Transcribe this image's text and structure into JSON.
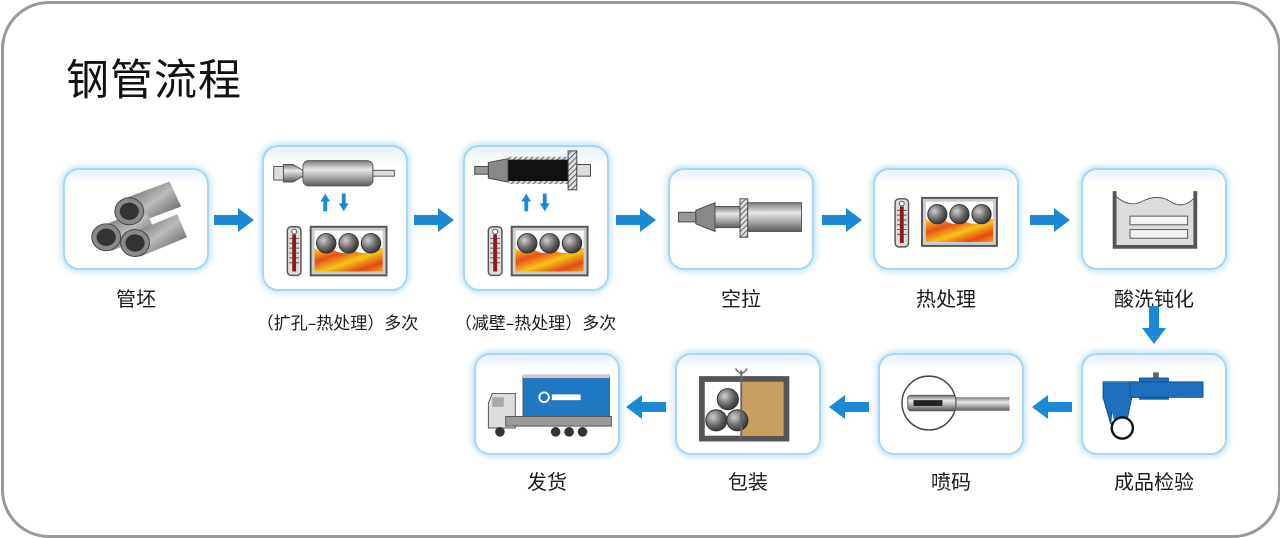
{
  "title": "钢管流程",
  "colors": {
    "arrow": "#1a8ad6",
    "box_border": "#a9d6f5",
    "frame_border": "#999999",
    "caliper": "#1f6fbf",
    "truck_body": "#1e78c2",
    "package": "#c8a060"
  },
  "steps": [
    {
      "id": 1,
      "label": "管坯",
      "icon": "stacked-pipes-icon"
    },
    {
      "id": 2,
      "label": "（扩孔–热处理）多次",
      "icon": "expansion-heat-treatment-icon"
    },
    {
      "id": 3,
      "label": "（减壁–热处理）多次",
      "icon": "wall-reduction-heat-treatment-icon"
    },
    {
      "id": 4,
      "label": "空拉",
      "icon": "empty-drawing-icon"
    },
    {
      "id": 5,
      "label": "热处理",
      "icon": "heat-treatment-furnace-icon"
    },
    {
      "id": 6,
      "label": "酸洗钝化",
      "icon": "pickling-tank-icon"
    },
    {
      "id": 7,
      "label": "成品检验",
      "icon": "caliper-inspection-icon"
    },
    {
      "id": 8,
      "label": "喷码",
      "icon": "inkjet-marking-icon"
    },
    {
      "id": 9,
      "label": "包装",
      "icon": "package-box-icon"
    },
    {
      "id": 10,
      "label": "发货",
      "icon": "delivery-truck-icon"
    }
  ],
  "flow": [
    {
      "from": 1,
      "to": 2,
      "direction": "right"
    },
    {
      "from": 2,
      "to": 3,
      "direction": "right"
    },
    {
      "from": 3,
      "to": 4,
      "direction": "right"
    },
    {
      "from": 4,
      "to": 5,
      "direction": "right"
    },
    {
      "from": 5,
      "to": 6,
      "direction": "right"
    },
    {
      "from": 6,
      "to": 7,
      "direction": "down"
    },
    {
      "from": 7,
      "to": 8,
      "direction": "left"
    },
    {
      "from": 8,
      "to": 9,
      "direction": "left"
    },
    {
      "from": 9,
      "to": 10,
      "direction": "left"
    }
  ]
}
